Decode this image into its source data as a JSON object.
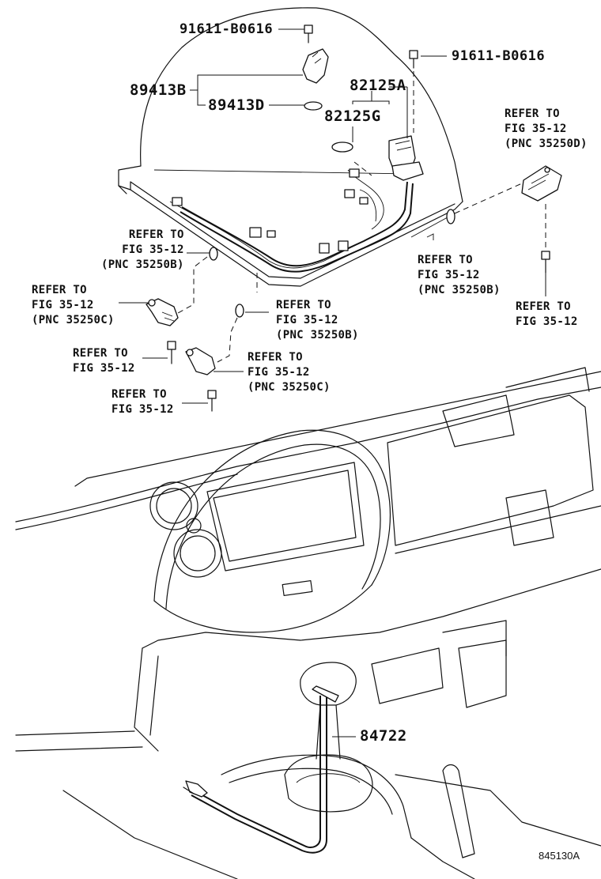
{
  "labels": {
    "bolt_top": "91611-B0616",
    "bolt_right": "91611-B0616",
    "sensor_assy": "89413B",
    "sensor_seal": "89413D",
    "harness_a": "82125A",
    "harness_g": "82125G",
    "shift_cable": "84722",
    "figure_code": "845130A"
  },
  "refs": {
    "ref_d_right": [
      "REFER TO",
      "FIG 35-12",
      "(PNC 35250D)"
    ],
    "ref_b_left": [
      "REFER TO",
      "FIG 35-12",
      "(PNC 35250B)"
    ],
    "ref_b_center_right": [
      "REFER TO",
      "FIG 35-12",
      "(PNC 35250B)"
    ],
    "ref_c_left": [
      "REFER TO",
      "FIG 35-12",
      "(PNC 35250C)"
    ],
    "ref_b_middle": [
      "REFER TO",
      "FIG 35-12",
      "(PNC 35250B)"
    ],
    "ref_bolt_upper": [
      "REFER TO",
      "FIG 35-12"
    ],
    "ref_c_middle": [
      "REFER TO",
      "FIG 35-12",
      "(PNC 35250C)"
    ],
    "ref_bolt_lower": [
      "REFER TO",
      "FIG 35-12"
    ],
    "ref_bolt_right": [
      "REFER TO",
      "FIG 35-12"
    ]
  }
}
